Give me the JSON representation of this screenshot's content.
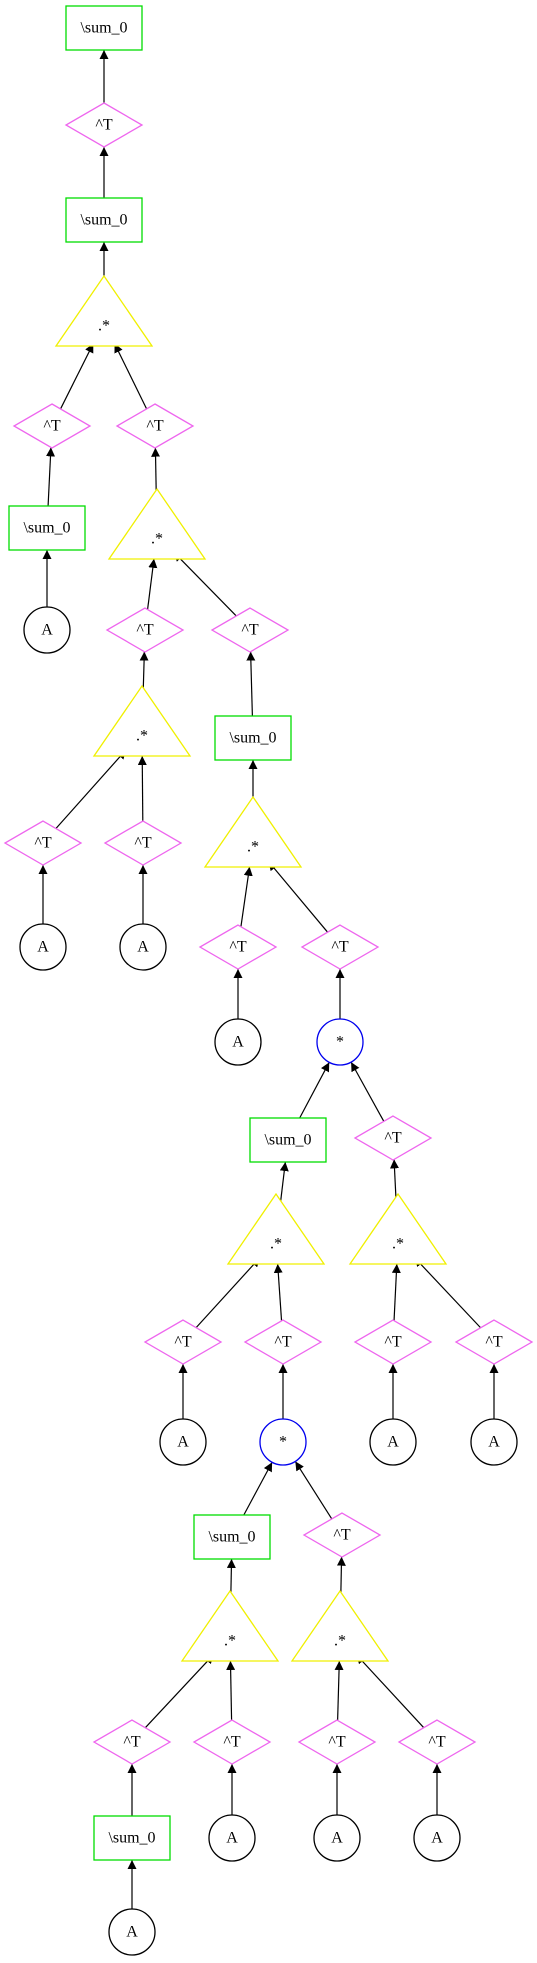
{
  "colors": {
    "sum": "#00dd00",
    "transpose": "#ee66ee",
    "elementwise": "#f0f000",
    "matmul": "#0000ee",
    "leaf": "#000000"
  },
  "nodes": [
    {
      "id": "n1",
      "kind": "sum",
      "label": "\\sum_0"
    },
    {
      "id": "n2",
      "kind": "transpose",
      "label": "^T"
    },
    {
      "id": "n3",
      "kind": "sum",
      "label": "\\sum_0"
    },
    {
      "id": "n4",
      "kind": "elementwise",
      "label": ".*"
    },
    {
      "id": "n5",
      "kind": "transpose",
      "label": "^T"
    },
    {
      "id": "n6",
      "kind": "transpose",
      "label": "^T"
    },
    {
      "id": "n7",
      "kind": "sum",
      "label": "\\sum_0"
    },
    {
      "id": "n8",
      "kind": "elementwise",
      "label": ".*"
    },
    {
      "id": "n9",
      "kind": "leaf",
      "label": "A"
    },
    {
      "id": "n10",
      "kind": "transpose",
      "label": "^T"
    },
    {
      "id": "n11",
      "kind": "transpose",
      "label": "^T"
    },
    {
      "id": "n12",
      "kind": "elementwise",
      "label": ".*"
    },
    {
      "id": "n13",
      "kind": "sum",
      "label": "\\sum_0"
    },
    {
      "id": "n14",
      "kind": "transpose",
      "label": "^T"
    },
    {
      "id": "n15",
      "kind": "transpose",
      "label": "^T"
    },
    {
      "id": "n16",
      "kind": "elementwise",
      "label": ".*"
    },
    {
      "id": "n17",
      "kind": "leaf",
      "label": "A"
    },
    {
      "id": "n18",
      "kind": "leaf",
      "label": "A"
    },
    {
      "id": "n19",
      "kind": "transpose",
      "label": "^T"
    },
    {
      "id": "n20",
      "kind": "transpose",
      "label": "^T"
    },
    {
      "id": "n21",
      "kind": "leaf",
      "label": "A"
    },
    {
      "id": "n22",
      "kind": "matmul",
      "label": "*"
    },
    {
      "id": "n23",
      "kind": "sum",
      "label": "\\sum_0"
    },
    {
      "id": "n24",
      "kind": "transpose",
      "label": "^T"
    },
    {
      "id": "n25",
      "kind": "elementwise",
      "label": ".*"
    },
    {
      "id": "n26",
      "kind": "elementwise",
      "label": ".*"
    },
    {
      "id": "n27",
      "kind": "transpose",
      "label": "^T"
    },
    {
      "id": "n28",
      "kind": "transpose",
      "label": "^T"
    },
    {
      "id": "n29",
      "kind": "transpose",
      "label": "^T"
    },
    {
      "id": "n30",
      "kind": "transpose",
      "label": "^T"
    },
    {
      "id": "n31",
      "kind": "leaf",
      "label": "A"
    },
    {
      "id": "n32",
      "kind": "matmul",
      "label": "*"
    },
    {
      "id": "n33",
      "kind": "leaf",
      "label": "A"
    },
    {
      "id": "n34",
      "kind": "leaf",
      "label": "A"
    },
    {
      "id": "n35",
      "kind": "sum",
      "label": "\\sum_0"
    },
    {
      "id": "n36",
      "kind": "transpose",
      "label": "^T"
    },
    {
      "id": "n37",
      "kind": "elementwise",
      "label": ".*"
    },
    {
      "id": "n38",
      "kind": "elementwise",
      "label": ".*"
    },
    {
      "id": "n39",
      "kind": "transpose",
      "label": "^T"
    },
    {
      "id": "n40",
      "kind": "transpose",
      "label": "^T"
    },
    {
      "id": "n41",
      "kind": "transpose",
      "label": "^T"
    },
    {
      "id": "n42",
      "kind": "transpose",
      "label": "^T"
    },
    {
      "id": "n43",
      "kind": "sum",
      "label": "\\sum_0"
    },
    {
      "id": "n44",
      "kind": "leaf",
      "label": "A"
    },
    {
      "id": "n45",
      "kind": "leaf",
      "label": "A"
    },
    {
      "id": "n46",
      "kind": "leaf",
      "label": "A"
    },
    {
      "id": "n47",
      "kind": "leaf",
      "label": "A"
    }
  ],
  "edges": [
    {
      "from": "n2",
      "to": "n1"
    },
    {
      "from": "n3",
      "to": "n2"
    },
    {
      "from": "n4",
      "to": "n3"
    },
    {
      "from": "n5",
      "to": "n4"
    },
    {
      "from": "n6",
      "to": "n4"
    },
    {
      "from": "n7",
      "to": "n5"
    },
    {
      "from": "n9",
      "to": "n7"
    },
    {
      "from": "n8",
      "to": "n6"
    },
    {
      "from": "n10",
      "to": "n8"
    },
    {
      "from": "n11",
      "to": "n8"
    },
    {
      "from": "n12",
      "to": "n10"
    },
    {
      "from": "n14",
      "to": "n12"
    },
    {
      "from": "n15",
      "to": "n12"
    },
    {
      "from": "n17",
      "to": "n14"
    },
    {
      "from": "n18",
      "to": "n15"
    },
    {
      "from": "n13",
      "to": "n11"
    },
    {
      "from": "n16",
      "to": "n13"
    },
    {
      "from": "n19",
      "to": "n16"
    },
    {
      "from": "n20",
      "to": "n16"
    },
    {
      "from": "n21",
      "to": "n19"
    },
    {
      "from": "n22",
      "to": "n20"
    },
    {
      "from": "n23",
      "to": "n22"
    },
    {
      "from": "n24",
      "to": "n22"
    },
    {
      "from": "n25",
      "to": "n23"
    },
    {
      "from": "n27",
      "to": "n25"
    },
    {
      "from": "n28",
      "to": "n25"
    },
    {
      "from": "n31",
      "to": "n27"
    },
    {
      "from": "n32",
      "to": "n28"
    },
    {
      "from": "n26",
      "to": "n24"
    },
    {
      "from": "n29",
      "to": "n26"
    },
    {
      "from": "n30",
      "to": "n26"
    },
    {
      "from": "n33",
      "to": "n29"
    },
    {
      "from": "n34",
      "to": "n30"
    },
    {
      "from": "n35",
      "to": "n32"
    },
    {
      "from": "n36",
      "to": "n32"
    },
    {
      "from": "n37",
      "to": "n35"
    },
    {
      "from": "n39",
      "to": "n37"
    },
    {
      "from": "n40",
      "to": "n37"
    },
    {
      "from": "n43",
      "to": "n39"
    },
    {
      "from": "n47",
      "to": "n43"
    },
    {
      "from": "n44",
      "to": "n40"
    },
    {
      "from": "n38",
      "to": "n36"
    },
    {
      "from": "n41",
      "to": "n38"
    },
    {
      "from": "n42",
      "to": "n38"
    },
    {
      "from": "n45",
      "to": "n41"
    },
    {
      "from": "n46",
      "to": "n42"
    }
  ]
}
